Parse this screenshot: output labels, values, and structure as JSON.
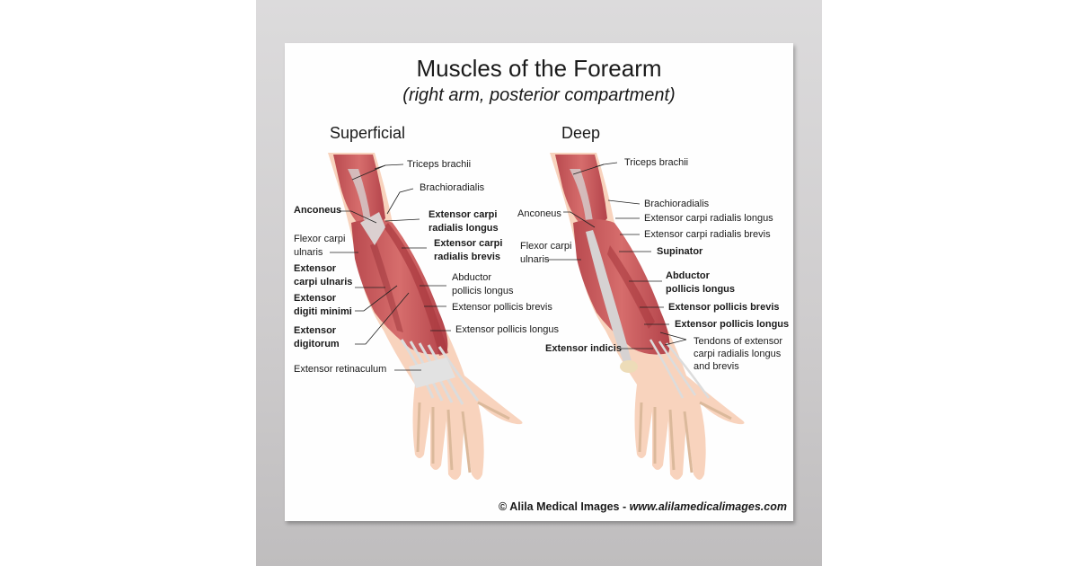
{
  "poster": {
    "title": "Muscles of the Forearm",
    "subtitle": "(right arm, posterior compartment)",
    "footer": {
      "copyright": "© Alila Medical Images",
      "separator": "-",
      "url": "www.alilamedicalimages.com"
    }
  },
  "superficial": {
    "heading": "Superficial",
    "labels": [
      {
        "text": "Triceps brachii",
        "bold": false
      },
      {
        "text": "Brachioradialis",
        "bold": false
      },
      {
        "text": "Anconeus",
        "bold": true
      },
      {
        "text": "Extensor carpi radialis longus",
        "line1": "Extensor carpi",
        "line2": "radialis longus",
        "bold": true
      },
      {
        "text": "Flexor carpi ulnaris",
        "line1": "Flexor carpi",
        "line2": "ulnaris",
        "bold": false
      },
      {
        "text": "Extensor carpi radialis brevis",
        "line1": "Extensor carpi",
        "line2": "radialis brevis",
        "bold": true
      },
      {
        "text": "Extensor carpi ulnaris",
        "line1": "Extensor",
        "line2": "carpi ulnaris",
        "bold": true
      },
      {
        "text": "Abductor pollicis longus",
        "line1": "Abductor",
        "line2": "pollicis longus",
        "bold": false
      },
      {
        "text": "Extensor digiti minimi",
        "line1": "Extensor",
        "line2": "digiti minimi",
        "bold": true
      },
      {
        "text": "Extensor pollicis brevis",
        "bold": false
      },
      {
        "text": "Extensor digitorum",
        "line1": "Extensor",
        "line2": "digitorum",
        "bold": true
      },
      {
        "text": "Extensor pollicis longus",
        "bold": false
      },
      {
        "text": "Extensor retinaculum",
        "bold": false
      }
    ]
  },
  "deep": {
    "heading": "Deep",
    "labels": [
      {
        "text": "Triceps brachii",
        "bold": false
      },
      {
        "text": "Brachioradialis",
        "bold": false
      },
      {
        "text": "Anconeus",
        "bold": false
      },
      {
        "text": "Extensor carpi radialis longus",
        "bold": false
      },
      {
        "text": "Extensor carpi radialis brevis",
        "bold": false
      },
      {
        "text": "Flexor carpi ulnaris",
        "line1": "Flexor carpi",
        "line2": "ulnaris",
        "bold": false
      },
      {
        "text": "Supinator",
        "bold": true
      },
      {
        "text": "Abductor pollicis longus",
        "line1": "Abductor",
        "line2": "pollicis longus",
        "bold": true
      },
      {
        "text": "Extensor pollicis brevis",
        "bold": true
      },
      {
        "text": "Extensor pollicis longus",
        "bold": true
      },
      {
        "text": "Extensor indicis",
        "bold": true
      },
      {
        "text": "Tendons of extensor carpi radialis longus and brevis",
        "line1": "Tendons of extensor",
        "line2": "carpi radialis longus",
        "line3": "and brevis",
        "bold": false
      }
    ]
  },
  "colors": {
    "muscle": "#c8595c",
    "muscle_dark": "#a8383e",
    "skin": "#f7cdb3",
    "tendon": "#d9d9d9",
    "bone": "#d8b898",
    "backdrop": "#cfcdce",
    "text": "#1a1a1a"
  }
}
